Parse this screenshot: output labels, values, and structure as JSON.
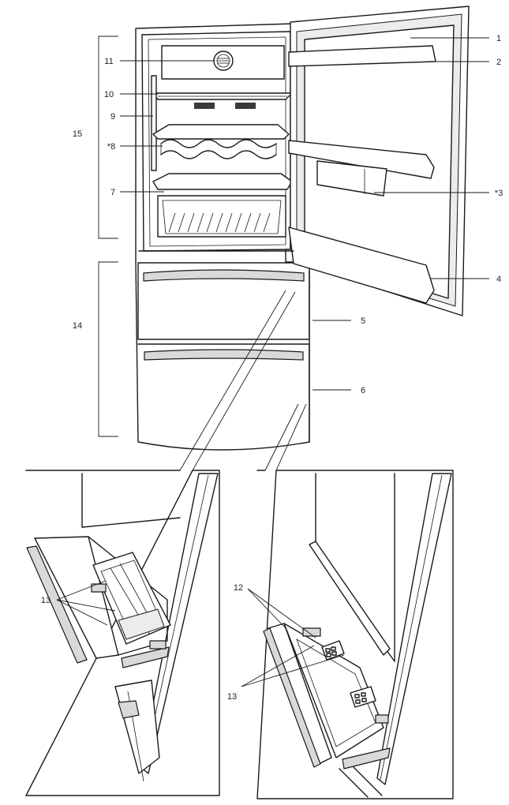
{
  "callouts": {
    "c1": "1",
    "c2": "2",
    "c3": "*3",
    "c4": "4",
    "c5": "5",
    "c6": "6",
    "c7": "7",
    "c8": "*8",
    "c9": "9",
    "c10": "10",
    "c11": "11",
    "c12": "12",
    "c13_left": "13",
    "c13_right": "13",
    "c14": "14",
    "c15": "15"
  }
}
